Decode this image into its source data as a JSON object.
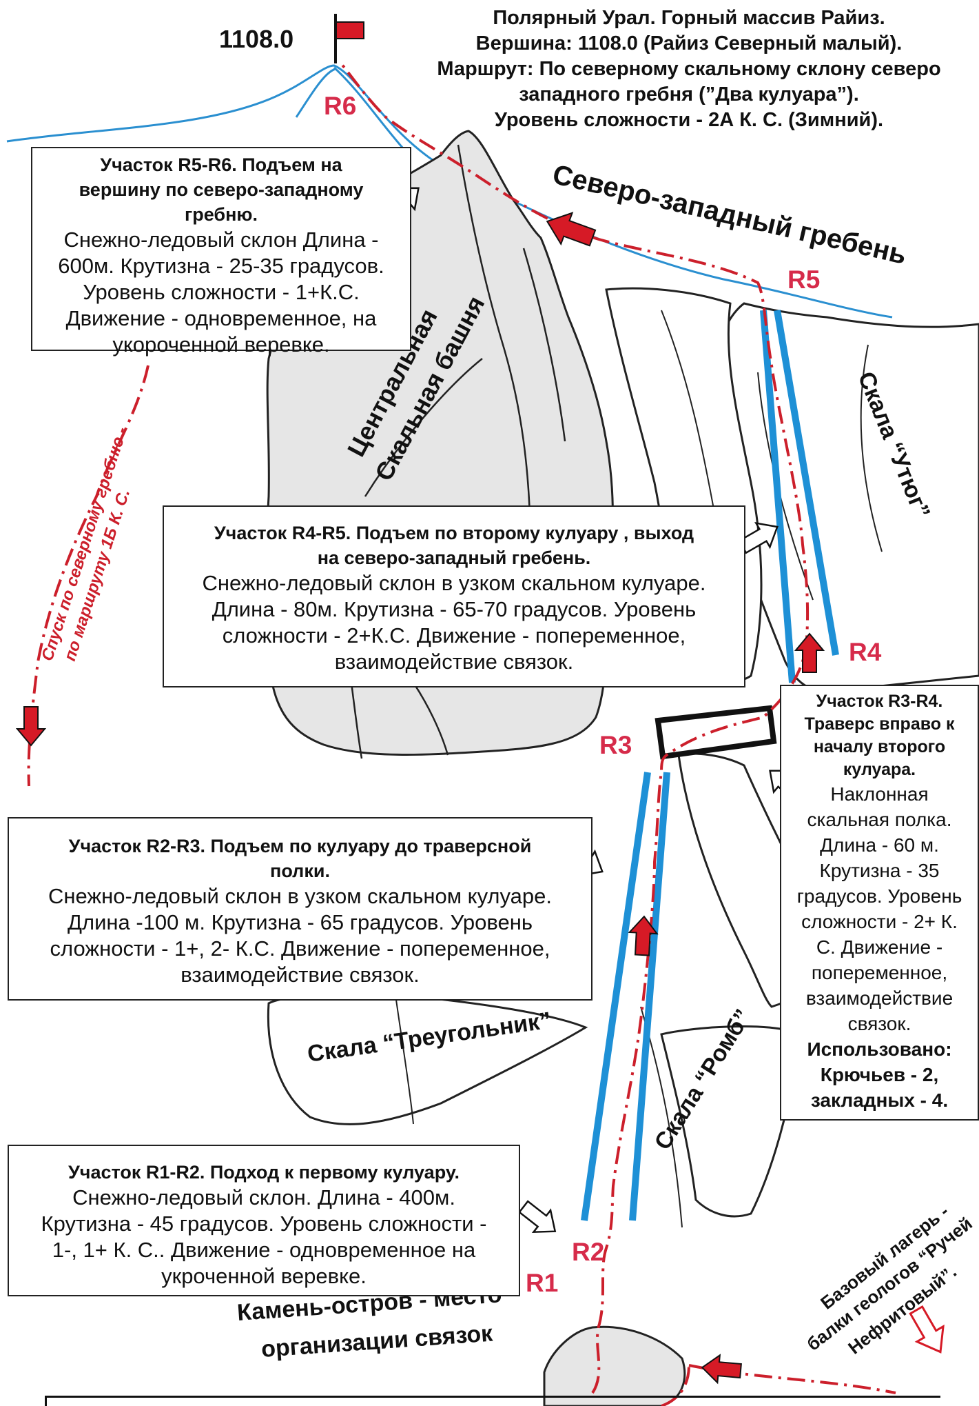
{
  "header": {
    "line1": "Полярный Урал. Горный массив Райиз.",
    "line2": "Вершина: 1108.0 (Райиз Северный малый).",
    "line3": "Маршрут: По северному скальному склону северо",
    "line4": "западного гребня (”Два кулуара”).",
    "line5": "Уровень сложности - 2А К. С. (Зимний)."
  },
  "summit": {
    "elevation": "1108.0"
  },
  "points": {
    "r1": "R1",
    "r2": "R2",
    "r3": "R3",
    "r4": "R4",
    "r5": "R5",
    "r6": "R6"
  },
  "features": {
    "ridge": "Северо-западный гребень",
    "tower_line1": "Центральная",
    "tower_line2": "Скальная башня",
    "rock_iron": "Скала “Утюг”",
    "rock_triangle": "Скала “Треугольник”",
    "rock_rhomb": "Скала “Ромб”",
    "island_line1": "Камень-остров - место",
    "island_line2": "организации связок",
    "descent_line1": "Спуск по северному гребню -",
    "descent_line2": "по маршруту 1Б К. С.",
    "camp_line1": "Базовый лагерь -",
    "camp_line2": "балки геологов “Ручей",
    "camp_line3": "Нефритовый”."
  },
  "sections": {
    "r5r6": {
      "head1": "Участок R5-R6. Подъем на",
      "head2": "вершину по северо-западному",
      "head3": "гребню.",
      "b1": "Снежно-ледовый склон  Длина -",
      "b2": "600м. Крутизна -  25-35  градусов.",
      "b3": "Уровень сложности - 1+К.С.",
      "b4": "Движение - одновременное, на",
      "b5": "укороченной веревке."
    },
    "r4r5": {
      "head1": "Участок R4-R5. Подъем по второму кулуару , выход",
      "head2": "на северо-западный гребень.",
      "b1": "Снежно-ледовый склон в узком скальном кулуаре.",
      "b2": "Длина - 80м. Крутизна -  65-70  градусов. Уровень",
      "b3": "сложности - 2+К.С. Движение - попеременное,",
      "b4": "взаимодействие связок."
    },
    "r3r4": {
      "head1": "Участок R3-R4.",
      "head2": "Траверс вправо к",
      "head3": "началу второго",
      "head4": "кулуара.",
      "b1": "Наклонная",
      "b2": "скальная полка.",
      "b3": "Длина - 60 м.",
      "b4": "Крутизна -  35",
      "b5": "градусов. Уровень",
      "b6": "сложности - 2+ К.",
      "b7": "С. Движение -",
      "b8": "попеременное,",
      "b9": "взаимодействие",
      "b10": "связок.",
      "f1": "Использовано:",
      "f2": "Крючьев - 2,",
      "f3": "закладных - 4."
    },
    "r2r3": {
      "head1": "Участок R2-R3. Подъем по кулуару до траверсной",
      "head2": "полки.",
      "b1": "Снежно-ледовый склон в узком скальном кулуаре.",
      "b2": "Длина -100 м. Крутизна -  65  градусов. Уровень",
      "b3": "сложности - 1+, 2- К.С. Движение - попеременное,",
      "b4": "взаимодействие связок."
    },
    "r1r2": {
      "head1": "Участок R1-R2. Подход к первому кулуару.",
      "b1": "Снежно-ледовый склон. Длина - 400м.",
      "b2": "Крутизна -  45 градусов. Уровень сложности -",
      "b3": "1-, 1+ К. С.. Движение - одновременное на",
      "b4": "укроченной веревке."
    }
  },
  "colors": {
    "route": "#cc1f2b",
    "couloir": "#1e90d6",
    "ridge": "#2a8fd0",
    "point_label": "#d62b4a",
    "flag": "#d61a26"
  }
}
